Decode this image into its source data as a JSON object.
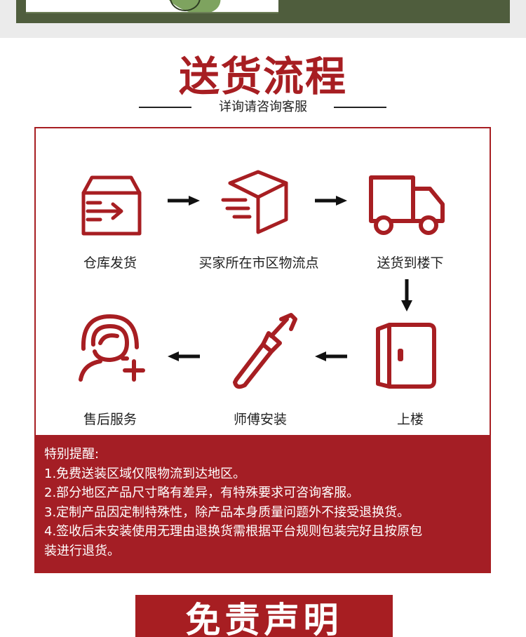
{
  "header": {
    "title": "送货流程",
    "subtitle": "详询请咨询客服"
  },
  "steps": [
    {
      "label": "仓库发货",
      "icon": "warehouse-box-icon"
    },
    {
      "label": "买家所在市区物流点",
      "icon": "shipping-box-icon"
    },
    {
      "label": "送货到楼下",
      "icon": "delivery-truck-icon"
    },
    {
      "label": "上楼",
      "icon": "door-icon"
    },
    {
      "label": "师傅安装",
      "icon": "screwdriver-icon"
    },
    {
      "label": "售后服务",
      "icon": "customer-service-icon"
    }
  ],
  "notes": {
    "heading": "特别提醒:",
    "lines": [
      "1.免费送装区域仅限物流到达地区。",
      "2.部分地区产品尺寸略有差异，有特殊要求可咨询客服。",
      "3.定制产品因定制特殊性，除产品本身质量问题外不接受退换货。",
      "4.签收后未安装使用无理由退换货需根据平台规则包装完好且按原包",
      "装进行退货。"
    ]
  },
  "footer": {
    "disclaimer_title": "免责声明"
  },
  "colors": {
    "accent": "#a71e22",
    "text": "#222222",
    "notes_bg": "#a41e25"
  }
}
